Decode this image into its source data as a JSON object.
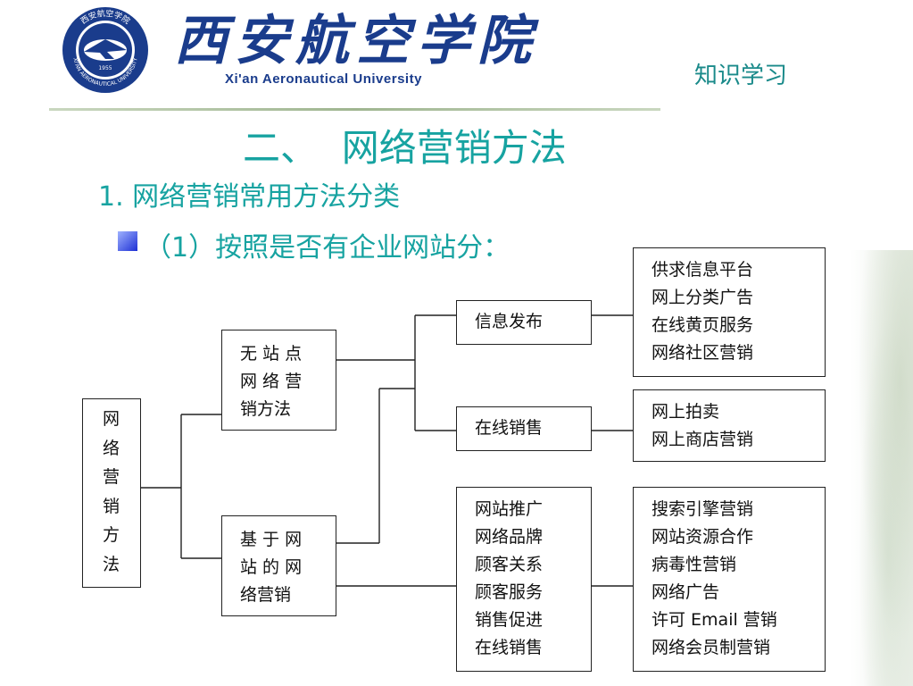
{
  "header": {
    "seal_texts": [
      "西安航空学院",
      "XI'AN AERONAUTICAL UNIVERSITY",
      "1955"
    ],
    "school_name_cn": "西安航空学院",
    "school_name_en": "Xi'an Aeronautical University",
    "section_tag": "知识学习"
  },
  "title": "二、  网络营销方法",
  "subheading": "1. 网络营销常用方法分类",
  "bullet": "（1）按照是否有企业网站分：",
  "diagram": {
    "root": "网\n络\n营\n销\n方\n法",
    "branch_a": "无 站 点\n网 络 营\n销方法",
    "branch_b": "基 于 网\n站 的 网\n络营销",
    "a1": "信息发布",
    "a2": "在线销售",
    "b1": "网站推广\n网络品牌\n顾客关系\n顾客服务\n销售促进\n在线销售",
    "a1_detail": "供求信息平台\n网上分类广告\n在线黄页服务\n网络社区营销",
    "a2_detail": "网上拍卖\n网上商店营销",
    "b1_detail": "搜索引擎营销\n网站资源合作\n病毒性营销\n网络广告\n许可 Email 营销\n网络会员制营销"
  },
  "colors": {
    "accent_teal": "#17a3a1",
    "logo_blue": "#1a3c8c",
    "section_tag": "#1a8a8a"
  }
}
